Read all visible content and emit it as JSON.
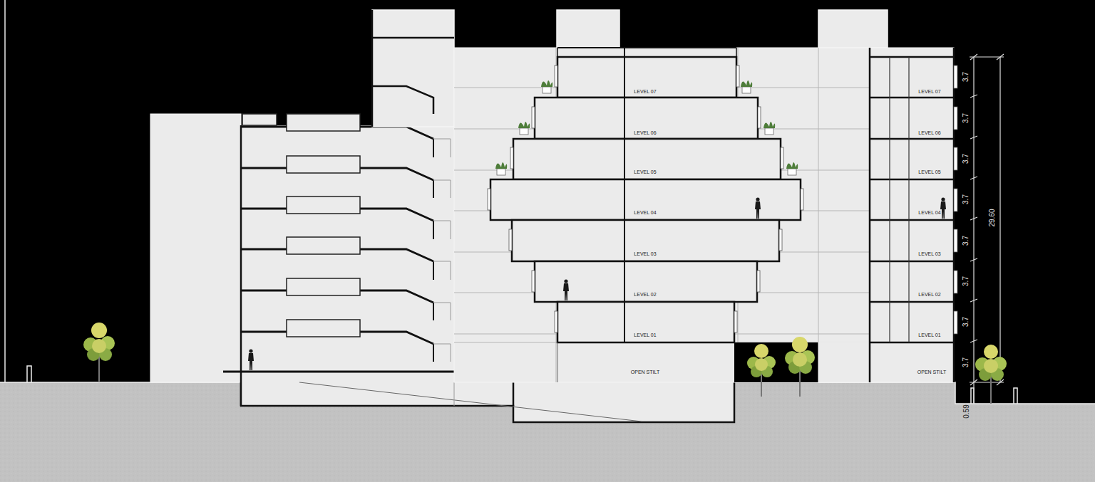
{
  "diagram": {
    "labels": [
      "LEVEL 07",
      "LEVEL 06",
      "LEVEL 05",
      "LEVEL 04",
      "LEVEL 03",
      "LEVEL 02",
      "LEVEL 01",
      "OPEN STILT",
      "LEVEL 07",
      "LEVEL 06",
      "LEVEL 05",
      "LEVEL 04",
      "LEVEL 03",
      "LEVEL 02",
      "LEVEL 01",
      "OPEN STILT",
      "3.7",
      "3.7",
      "3.7",
      "3.7",
      "3.7",
      "3.7",
      "3.7",
      "3.7",
      "29.60",
      "0.59"
    ]
  }
}
